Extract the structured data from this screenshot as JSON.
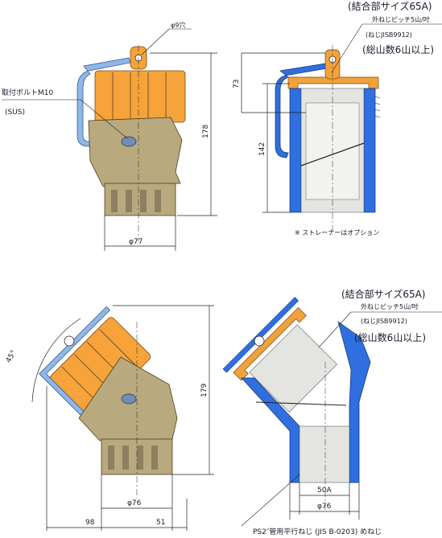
{
  "top_left": {
    "hole_label": "φ9穴",
    "bolt_label": "取付ボルトM10",
    "bolt_material": "(SUS)",
    "height_dim": "178",
    "width_dim": "φ77"
  },
  "top_right": {
    "coupling_size": "(結合部サイズ65A)",
    "thread_pitch": "外ねじピッチ5山/吋",
    "standard": "(ねじJISB9912)",
    "total_threads": "(総山数6山以上)",
    "dim_upper": "73",
    "dim_lower": "142",
    "note": "※ ストレーナーはオプション"
  },
  "bottom_left": {
    "angle_dim": "45°",
    "height_dim": "179",
    "width_dim": "φ76",
    "offset_left": "98",
    "offset_right": "51"
  },
  "bottom_right": {
    "coupling_size": "(結合部サイズ65A)",
    "thread_pitch": "外ねじピッチ5山/吋",
    "standard": "(ねじJISB9912)",
    "total_threads": "(総山数6山以上)",
    "bore_dim": "50A",
    "outer_dim": "φ76",
    "thread_spec": "PS2″管用平行ねじ (JIS B-0203) めねじ"
  },
  "colors": {
    "body_khaki": "#b8a97e",
    "cap_orange": "#f5a33a",
    "handle_blue": "#8fb8e8",
    "section_blue": "#2f6fe0",
    "section_orange": "#f2a23c",
    "inner_gray": "#e4e4e0",
    "line": "#222222"
  }
}
